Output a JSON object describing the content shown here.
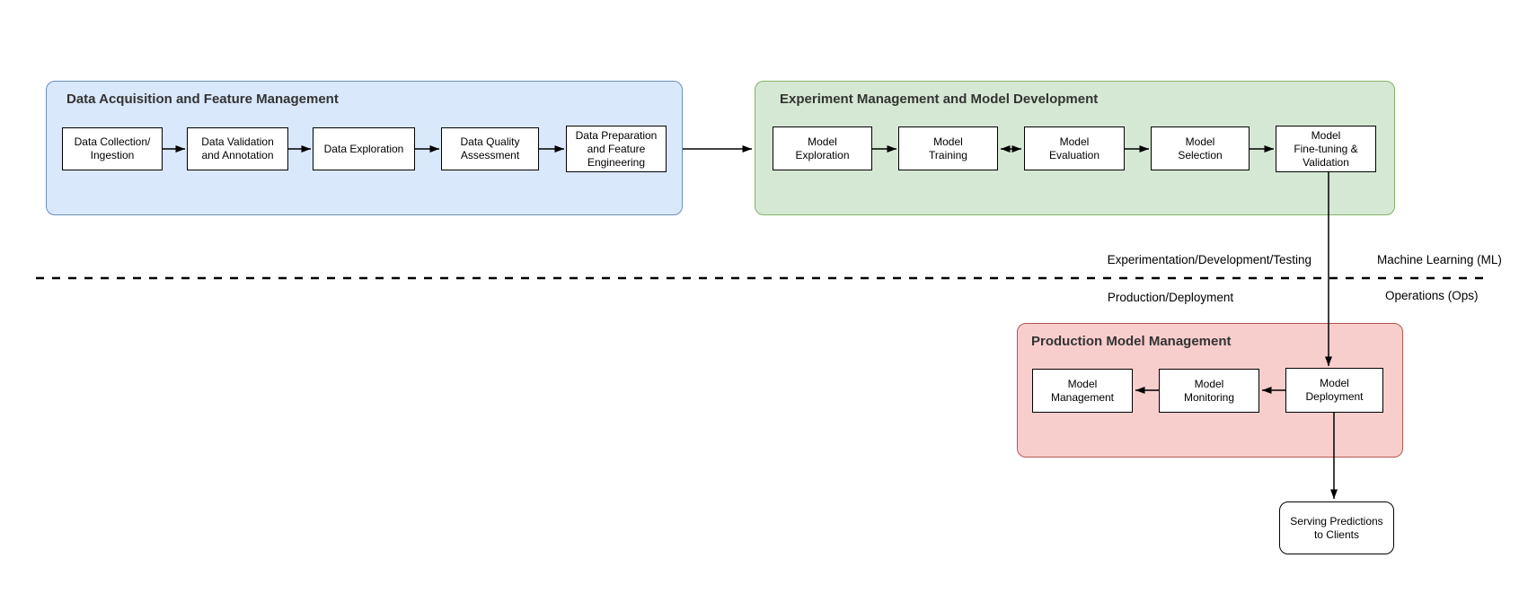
{
  "groups": {
    "data_acquisition": {
      "title": "Data Acquisition and Feature Management",
      "fill": "#dae8fc",
      "border": "#6c8ebf",
      "boxes": [
        {
          "id": "data_collection",
          "label": "Data Collection/\nIngestion"
        },
        {
          "id": "data_validation",
          "label": "Data Validation\nand Annotation"
        },
        {
          "id": "data_exploration",
          "label": "Data Exploration"
        },
        {
          "id": "data_quality",
          "label": "Data Quality\nAssessment"
        },
        {
          "id": "data_preparation",
          "label": "Data Preparation\nand Feature\nEngineering"
        }
      ]
    },
    "experiment": {
      "title": "Experiment Management and Model Development",
      "fill": "#d5e8d4",
      "border": "#82b366",
      "boxes": [
        {
          "id": "model_exploration",
          "label": "Model\nExploration"
        },
        {
          "id": "model_training",
          "label": "Model\nTraining"
        },
        {
          "id": "model_evaluation",
          "label": "Model\nEvaluation"
        },
        {
          "id": "model_selection",
          "label": "Model\nSelection"
        },
        {
          "id": "model_finetuning",
          "label": "Model\nFine-tuning &\nValidation"
        }
      ]
    },
    "production": {
      "title": "Production Model Management",
      "fill": "#f8cecc",
      "border": "#b85450",
      "boxes": [
        {
          "id": "model_management",
          "label": "Model\nManagement"
        },
        {
          "id": "model_monitoring",
          "label": "Model\nMonitoring"
        },
        {
          "id": "model_deployment",
          "label": "Model\nDeployment"
        }
      ]
    }
  },
  "serving_node": {
    "label": "Serving Predictions\nto Clients"
  },
  "separator": {
    "above_left": "Experimentation/Development/Testing",
    "below_left": "Production/Deployment",
    "above_right": "Machine Learning (ML)",
    "below_right": "Operations (Ops)"
  },
  "edges": [
    {
      "from": "data_collection",
      "to": "data_validation",
      "bidirectional": false
    },
    {
      "from": "data_validation",
      "to": "data_exploration",
      "bidirectional": false
    },
    {
      "from": "data_exploration",
      "to": "data_quality",
      "bidirectional": false
    },
    {
      "from": "data_quality",
      "to": "data_preparation",
      "bidirectional": false
    },
    {
      "from": "data_acquisition_group",
      "to": "experiment_group",
      "bidirectional": false
    },
    {
      "from": "model_exploration",
      "to": "model_training",
      "bidirectional": false
    },
    {
      "from": "model_training",
      "to": "model_evaluation",
      "bidirectional": true
    },
    {
      "from": "model_evaluation",
      "to": "model_selection",
      "bidirectional": false
    },
    {
      "from": "model_selection",
      "to": "model_finetuning",
      "bidirectional": false
    },
    {
      "from": "model_finetuning",
      "to": "model_deployment",
      "bidirectional": false
    },
    {
      "from": "model_deployment",
      "to": "model_monitoring",
      "bidirectional": false
    },
    {
      "from": "model_monitoring",
      "to": "model_management",
      "bidirectional": false
    },
    {
      "from": "model_deployment",
      "to": "serving_predictions",
      "bidirectional": false
    }
  ],
  "colors": {
    "background": "#ffffff",
    "node_fill": "#ffffff",
    "node_border": "#000000",
    "arrow": "#000000",
    "blue_fill": "#dae8fc",
    "blue_border": "#6c8ebf",
    "green_fill": "#d5e8d4",
    "green_border": "#82b366",
    "red_fill": "#f8cecc",
    "red_border": "#b85450"
  }
}
